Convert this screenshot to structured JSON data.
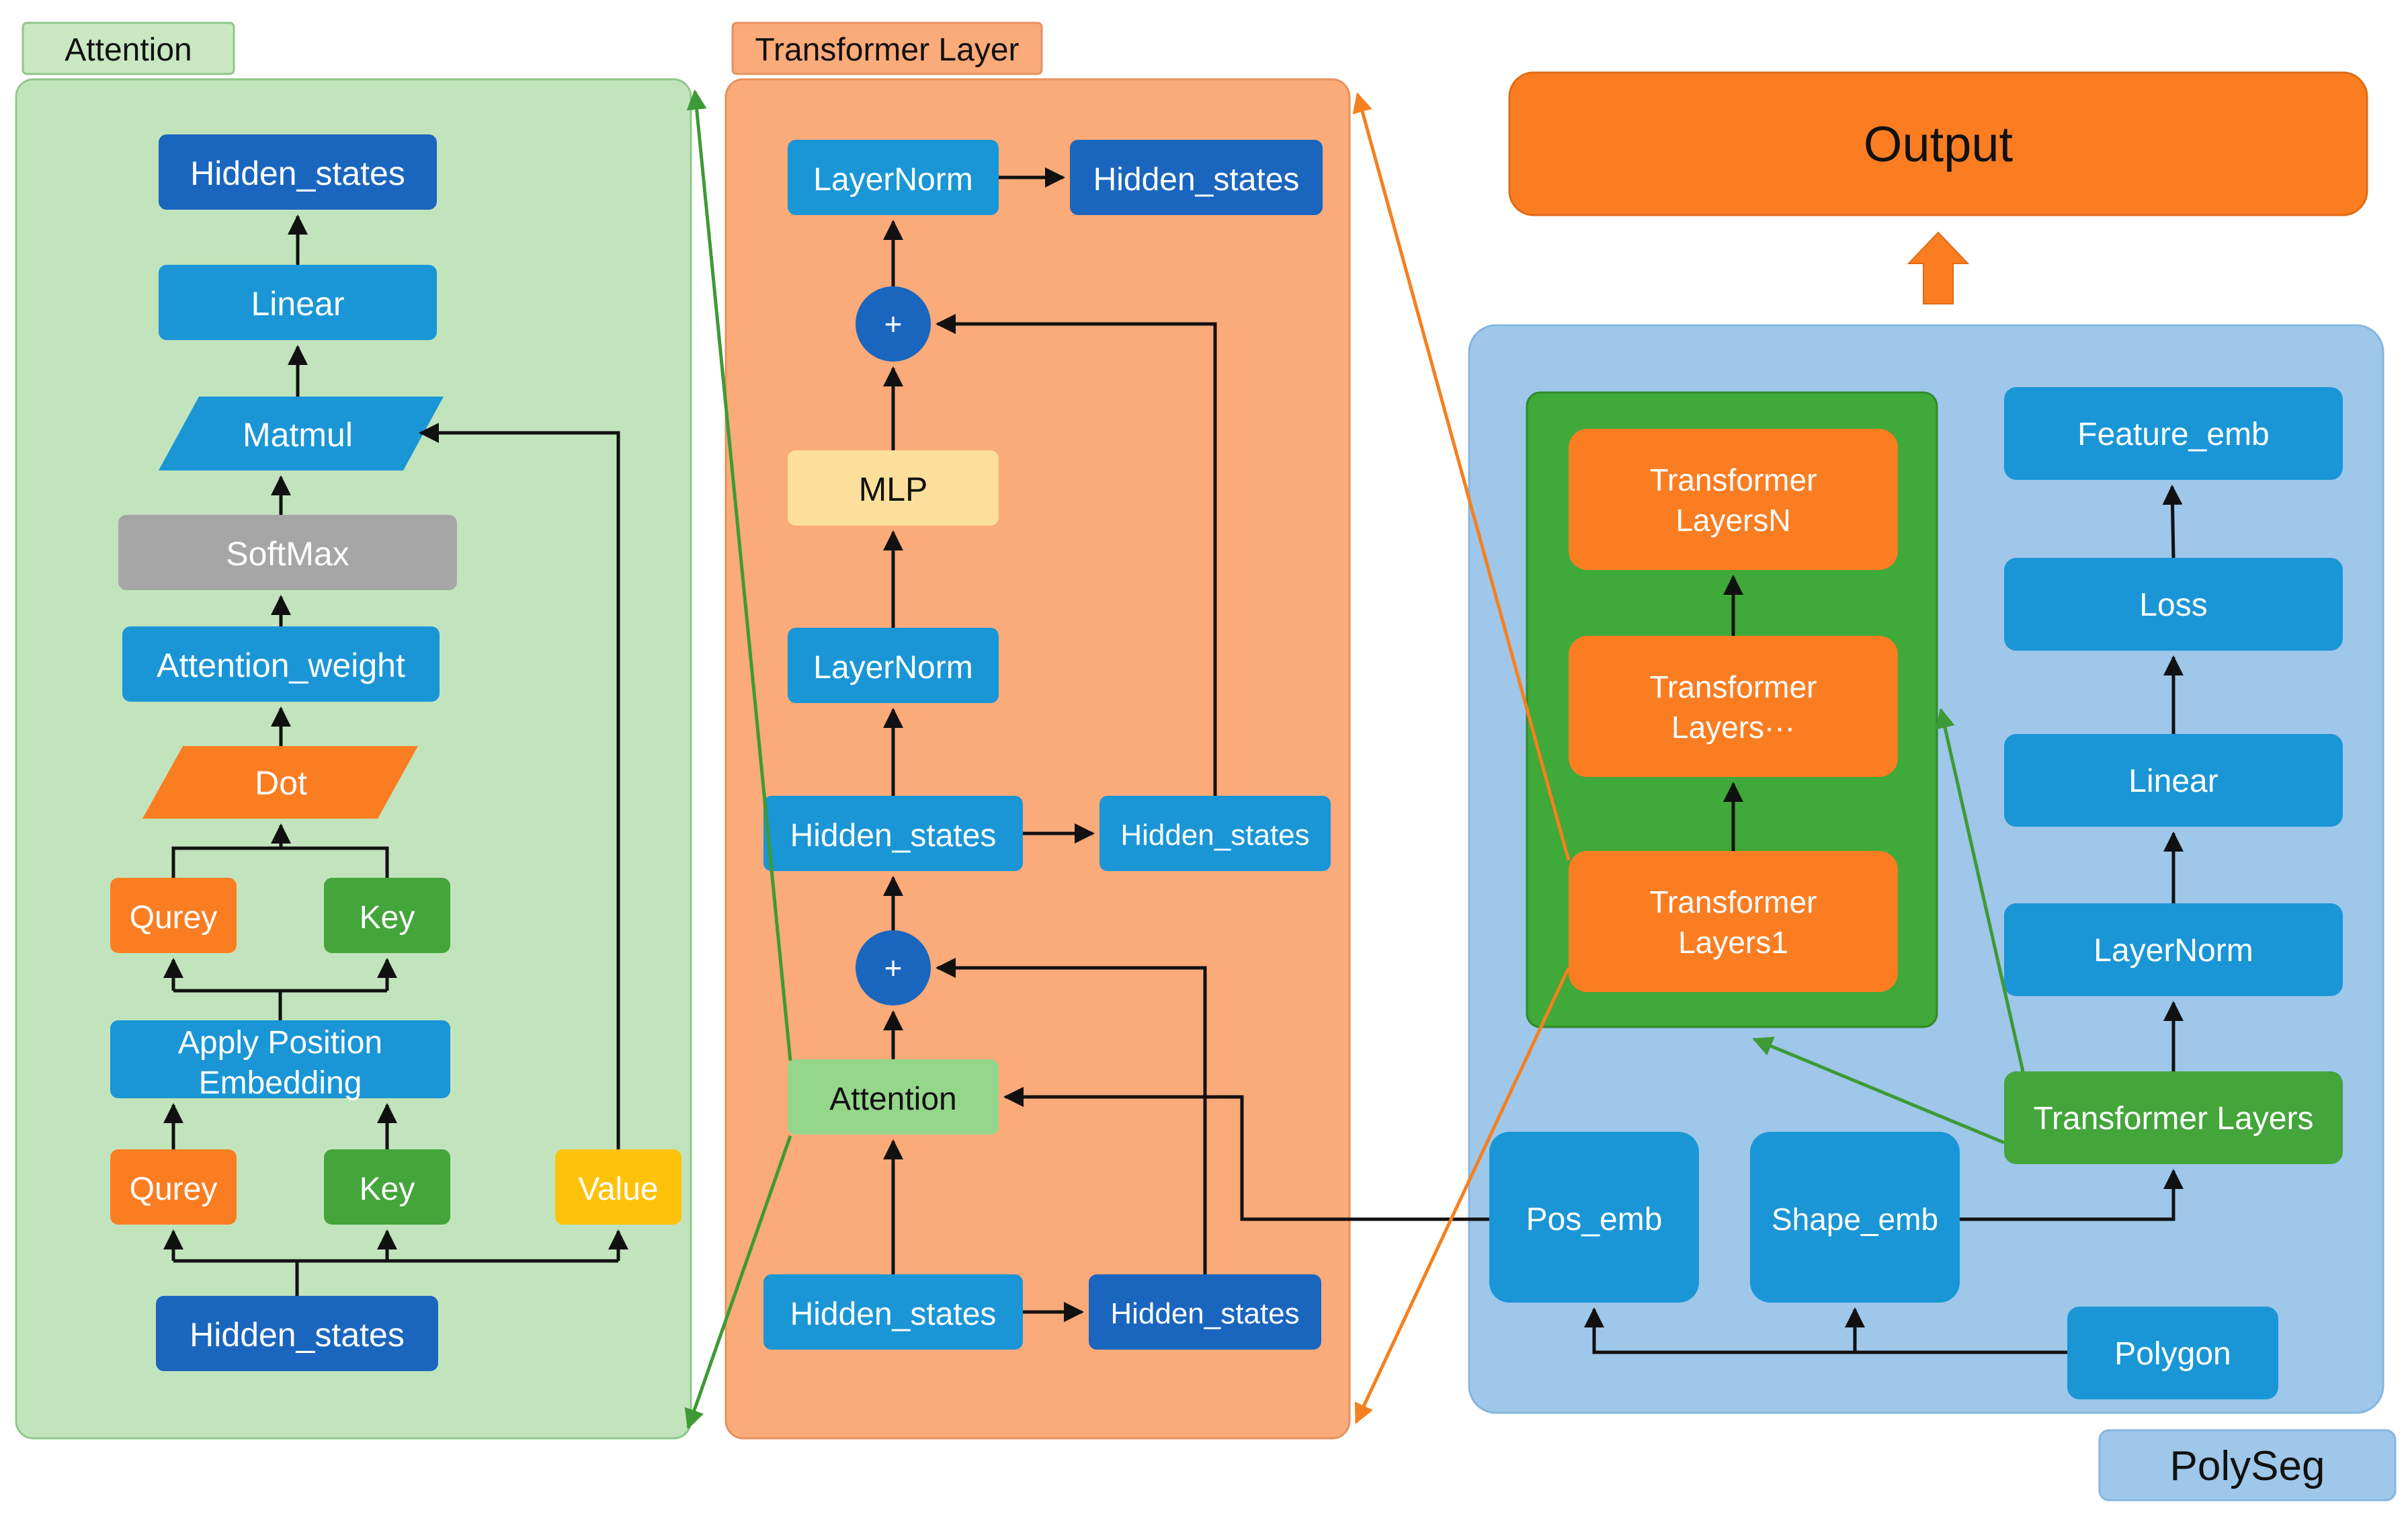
{
  "colors": {
    "attention_panel": "#c2e4bd",
    "transformer_panel": "#fbaa79",
    "polyseg_panel": "#9ec7e9",
    "inner_green": "#3fa93a",
    "dark_blue": "#1a66bf",
    "mid_blue": "#1a96d6",
    "orange": "#fb7d22",
    "green": "#43a53a",
    "gray": "#a6a6a6",
    "yellow": "#ffc20a",
    "cream": "#fcdf9b",
    "light_green": "#94d68a"
  },
  "panels": {
    "attention": "Attention",
    "transformer": "Transformer Layer",
    "polyseg": "PolySeg"
  },
  "output": "Output",
  "attention": {
    "hidden_top": "Hidden_states",
    "linear": "Linear",
    "matmul": "Matmul",
    "softmax": "SoftMax",
    "attention_weight": "Attention_weight",
    "dot": "Dot",
    "qurey_top": "Qurey",
    "key_top": "Key",
    "apply_pos": "Apply Position Embedding",
    "apply_pos_line1": "Apply Position",
    "apply_pos_line2": "Embedding",
    "qurey_bottom": "Qurey",
    "key_bottom": "Key",
    "value": "Value",
    "hidden_bottom": "Hidden_states"
  },
  "transformer": {
    "layernorm_top": "LayerNorm",
    "hidden_out": "Hidden_states",
    "plus_top": "+",
    "mlp": "MLP",
    "layernorm_mid": "LayerNorm",
    "hidden_mid": "Hidden_states",
    "hidden_mid_right": "Hidden_states",
    "plus_bottom": "+",
    "attention": "Attention",
    "hidden_in": "Hidden_states",
    "hidden_in_right": "Hidden_states"
  },
  "polyseg": {
    "tl_n_line1": "Transformer",
    "tl_n_line2": "LayersN",
    "tl_mid_line1": "Transformer",
    "tl_mid_line2": "Layers···",
    "tl_1_line1": "Transformer",
    "tl_1_line2": "Layers1",
    "feature_emb": "Feature_emb",
    "loss": "Loss",
    "linear": "Linear",
    "layernorm": "LayerNorm",
    "transformer_layers": "Transformer Layers",
    "pos_emb": "Pos_emb",
    "shape_emb": "Shape_emb",
    "polygon": "Polygon"
  }
}
